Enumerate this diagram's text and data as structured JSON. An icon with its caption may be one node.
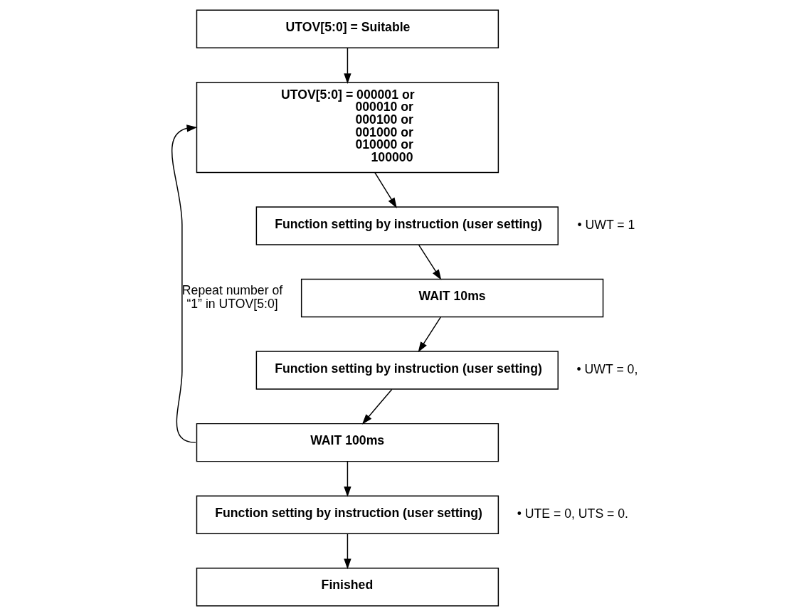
{
  "diagram": {
    "nodes": [
      {
        "text": [
          "UTOV[5:0] = Suitable"
        ]
      },
      {
        "text": [
          "UTOV[5:0] = 000001 or 000010 or 000100 or 001000 or 010000 or 100000"
        ]
      },
      {
        "text": [
          "Function setting by instruction (user setting)"
        ],
        "beside": [
          "• UWT = 1"
        ]
      },
      {
        "text": [
          "WAIT 10ms"
        ]
      },
      {
        "text": [
          "Function setting by instruction (user setting)"
        ],
        "beside": [
          "• UWT = 0,"
        ]
      },
      {
        "text": [
          "WAIT 100ms"
        ]
      },
      {
        "text": [
          "Function setting by instruction (user setting)"
        ],
        "beside": [
          "• UTE = 0, UTS = 0."
        ]
      },
      {
        "text": [
          "Finished"
        ]
      }
    ],
    "edges": [
      {
        "from": 0,
        "to": 1,
        "arrow": "to"
      },
      {
        "from": 1,
        "to": 2,
        "arrow": "to"
      },
      {
        "from": 2,
        "to": 3,
        "arrow": "to"
      },
      {
        "from": 3,
        "to": 4,
        "arrow": "to"
      },
      {
        "from": 4,
        "to": 5,
        "arrow": "to"
      },
      {
        "from": 5,
        "to": 6,
        "arrow": "to"
      },
      {
        "from": 6,
        "to": 7,
        "arrow": "to"
      },
      {
        "from": 5,
        "to": 1,
        "arrow": "to",
        "label": "Repeat number of “1” in UTOV[5:0]"
      }
    ]
  }
}
